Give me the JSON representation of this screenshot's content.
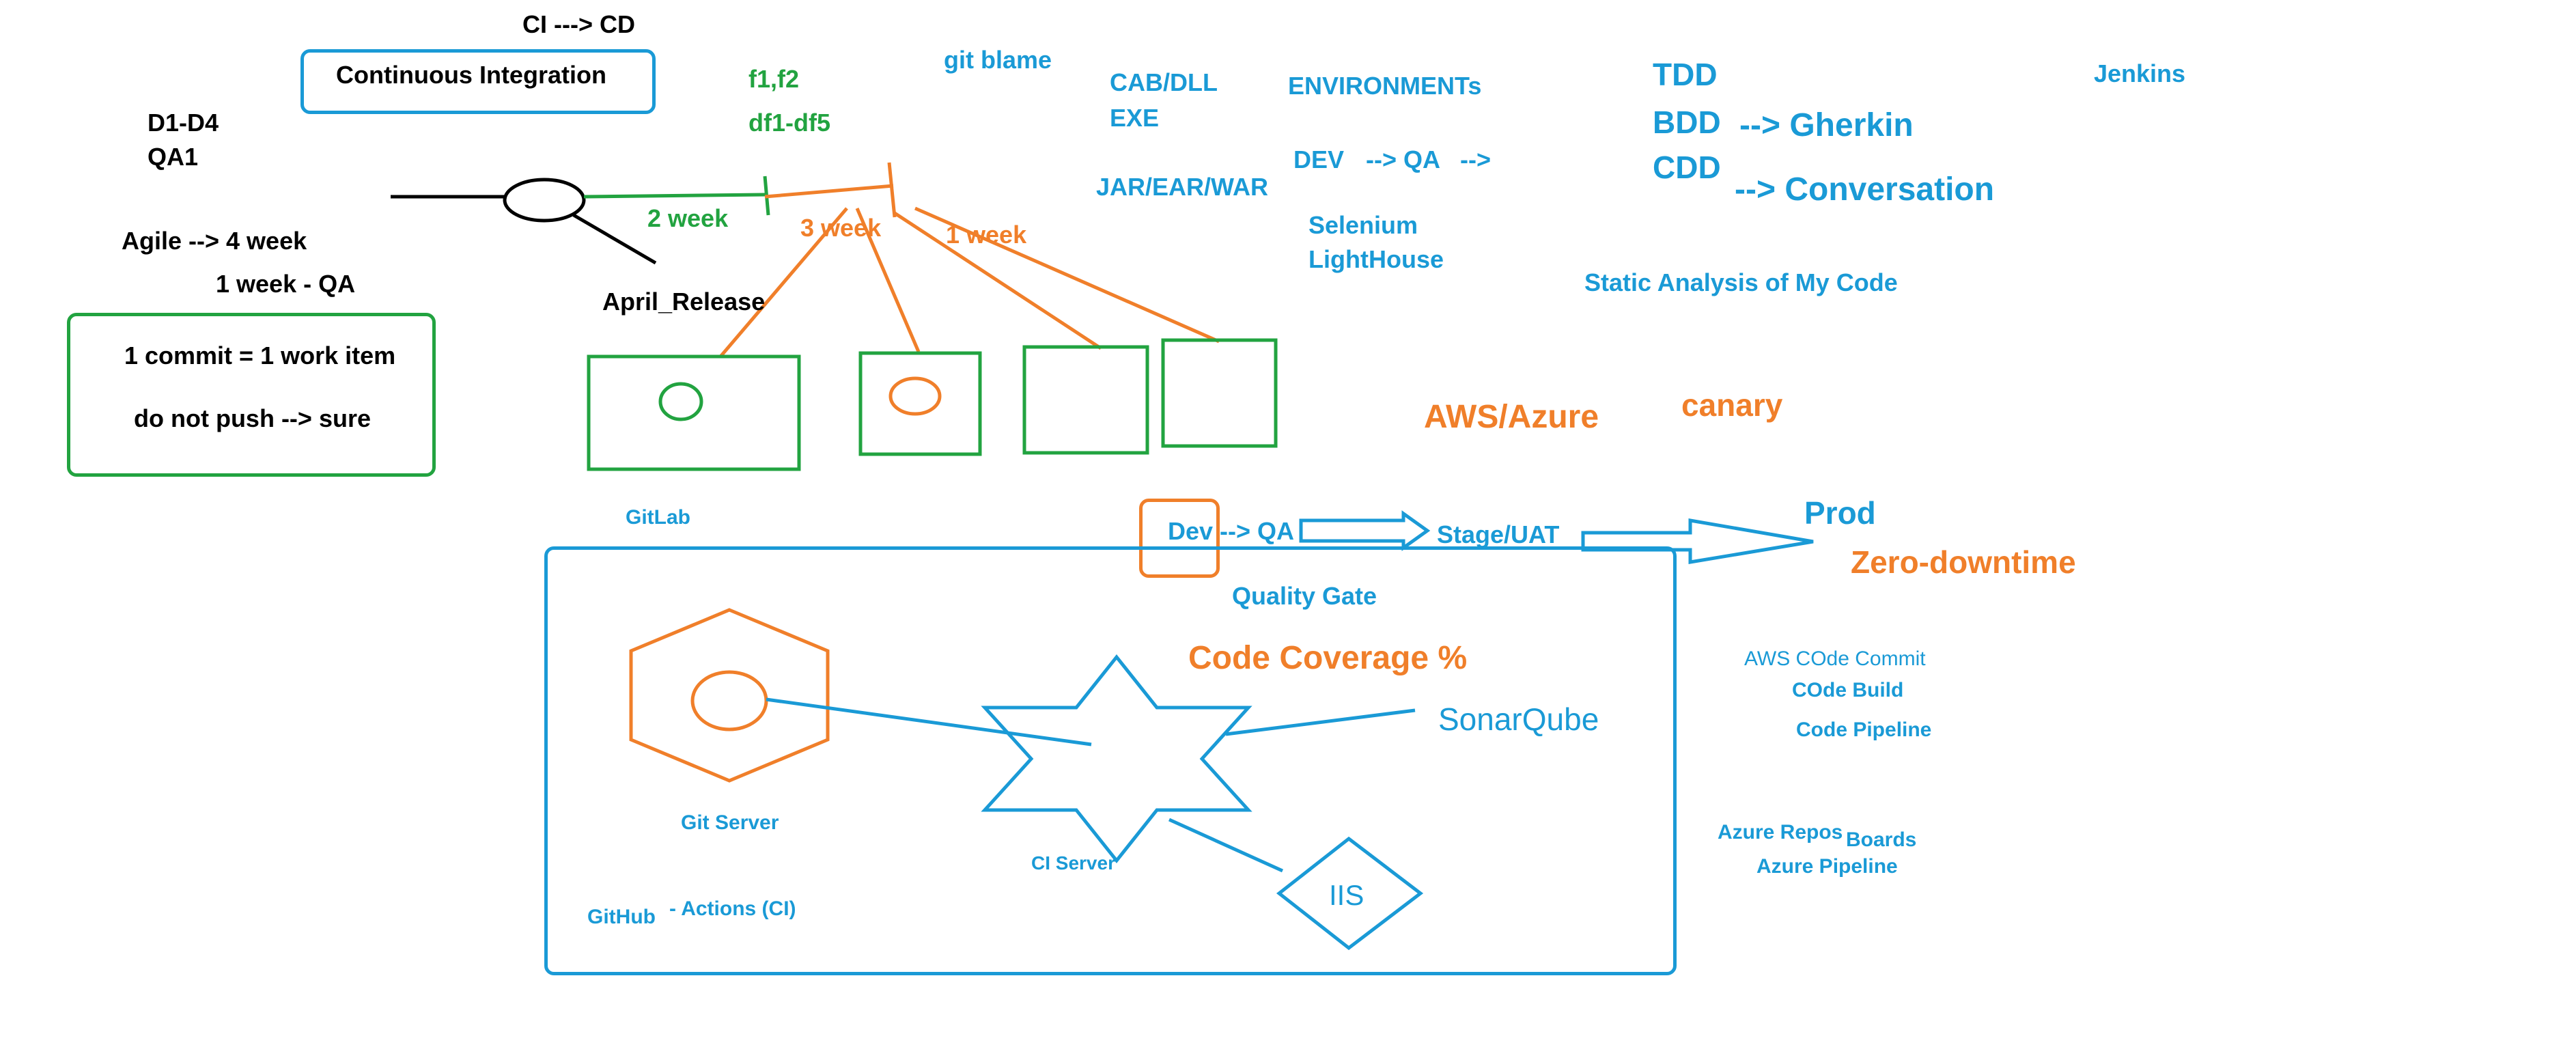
{
  "colors": {
    "black": "#000000",
    "blue": "#1a9ad6",
    "orange": "#f07f2a",
    "green": "#22a340"
  },
  "labels": {
    "ci_cd": "CI ---> CD",
    "continuous_integration": "Continuous Integration",
    "d1_d4": "D1-D4",
    "qa1": "QA1",
    "agile": "Agile --> 4 week",
    "one_week_qa": "1 week - QA",
    "commit_rule": "1 commit = 1 work item",
    "push_rule": "do not push --> sure",
    "f1f2": "f1,f2",
    "df1df5": "df1-df5",
    "two_week": "2 week",
    "three_week": "3 week",
    "one_week": "1 week",
    "april_release": "April_Release",
    "git_blame": "git blame",
    "cab_dll": "CAB/DLL",
    "exe": "EXE",
    "jar_ear_war": "JAR/EAR/WAR",
    "environments": "ENVIRONMENTs",
    "dev": "DEV",
    "arrow_qa": "--> QA",
    "arrow": "-->",
    "selenium": "Selenium",
    "lighthouse": "LightHouse",
    "tdd": "TDD",
    "bdd": "BDD",
    "cdd": "CDD",
    "gherkin": "--> Gherkin",
    "conversation": "--> Conversation",
    "static_analysis": "Static Analysis of My Code",
    "jenkins": "Jenkins",
    "aws_azure": "AWS/Azure",
    "canary": "canary",
    "gitlab": "GitLab",
    "dev_qa": "Dev --> QA",
    "stage_uat": "Stage/UAT",
    "prod": "Prod",
    "zero_downtime": "Zero-downtime",
    "quality_gate": "Quality Gate",
    "code_coverage": "Code Coverage %",
    "sonarqube": "SonarQube",
    "git_server": "Git Server",
    "ci_server": "CI Server",
    "iis": "IIS",
    "github": "GitHub",
    "actions": "- Actions (CI)",
    "aws_code_commit": "AWS COde Commit",
    "code_build": "COde Build",
    "code_pipeline": "Code Pipeline",
    "azure_repos": "Azure Repos",
    "boards": "Boards",
    "azure_pipeline": "Azure Pipeline"
  }
}
